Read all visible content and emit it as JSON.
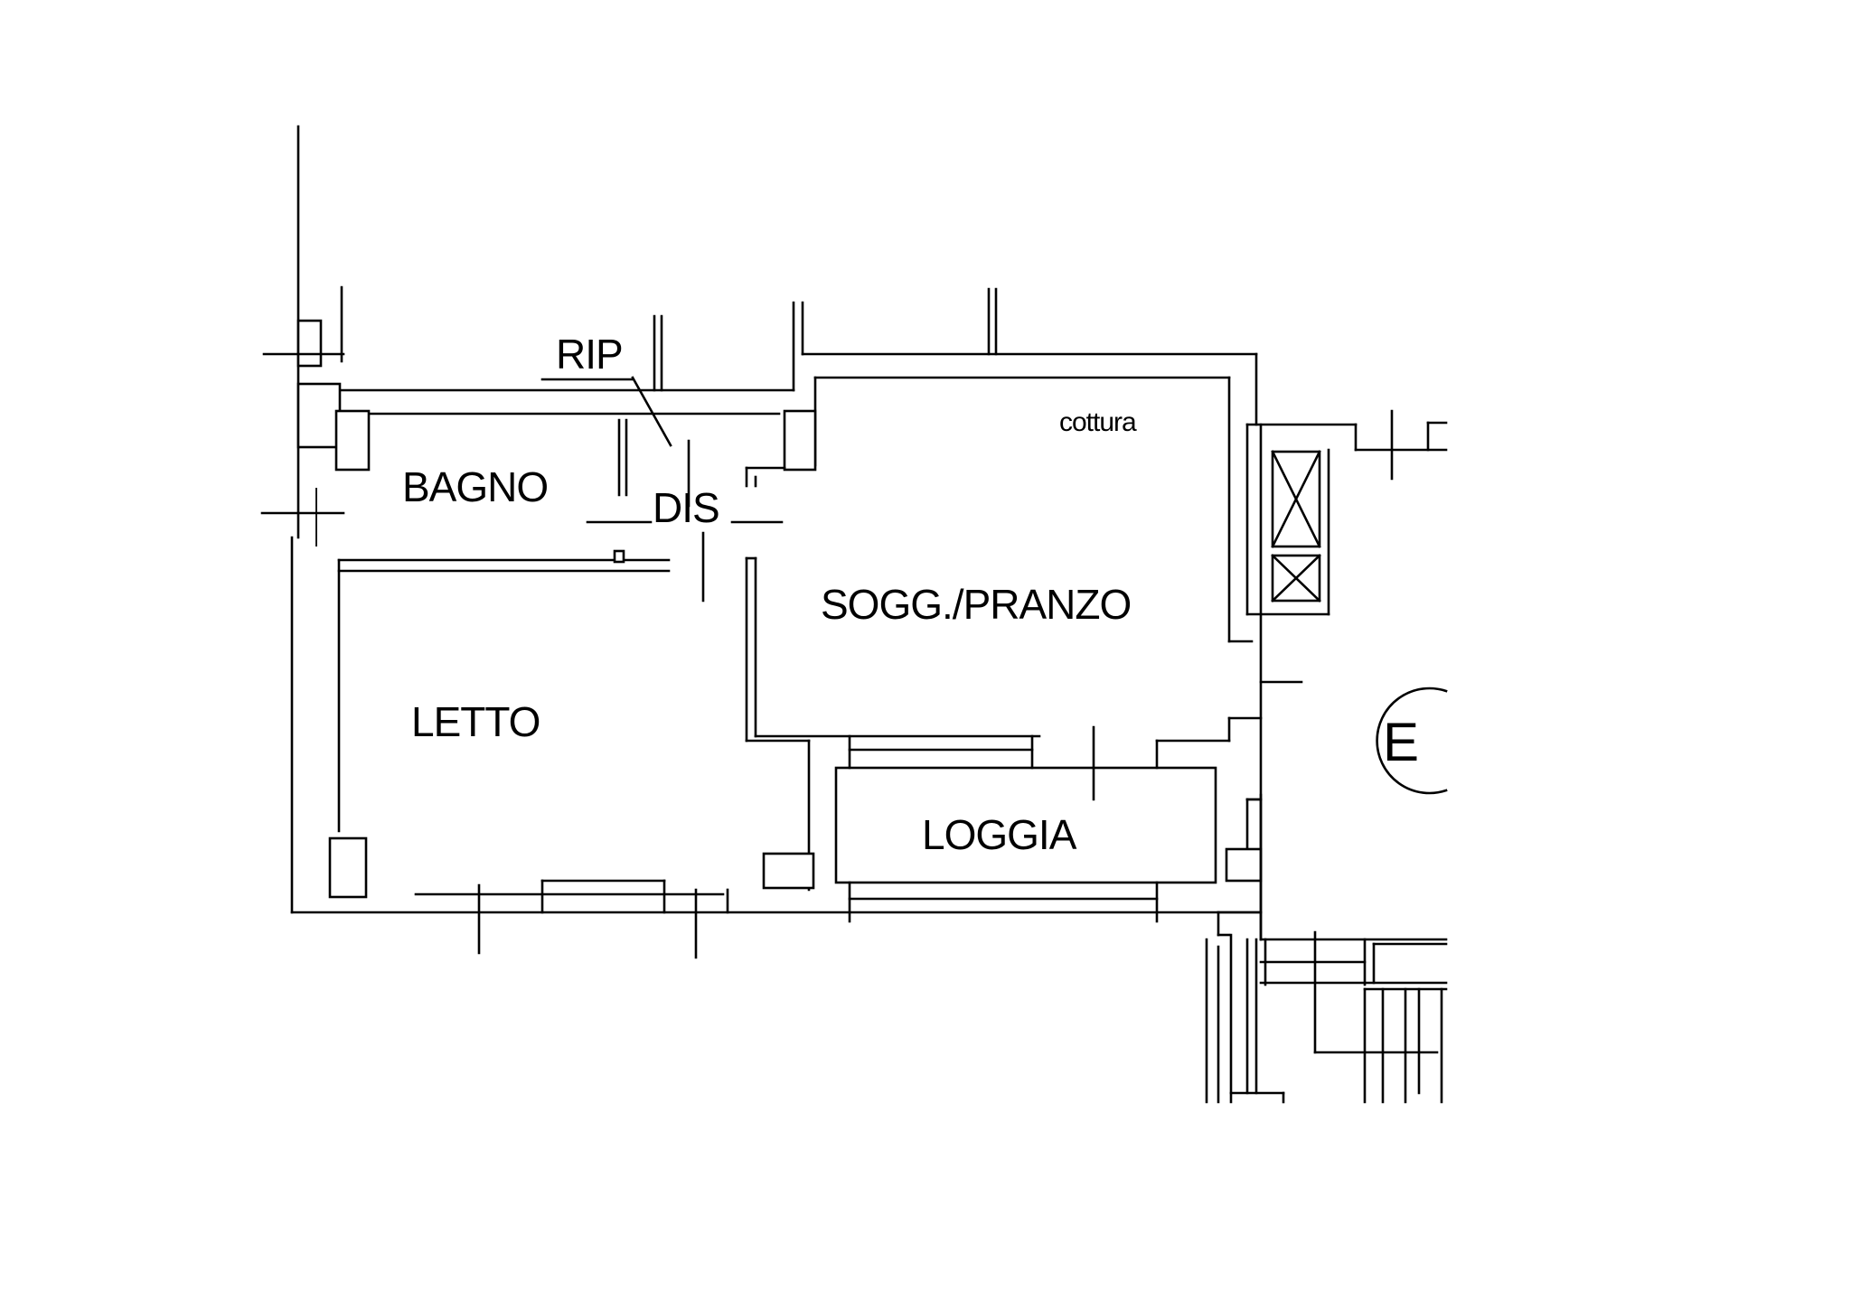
{
  "floorplan": {
    "rooms": {
      "rip": "RIP",
      "bagno": "BAGNO",
      "dis": "DIS",
      "cottura": "cottura",
      "soggiorno": "SOGG./PRANZO",
      "letto": "LETTO",
      "loggia": "LOGGIA"
    },
    "entrance_marker": "E"
  }
}
